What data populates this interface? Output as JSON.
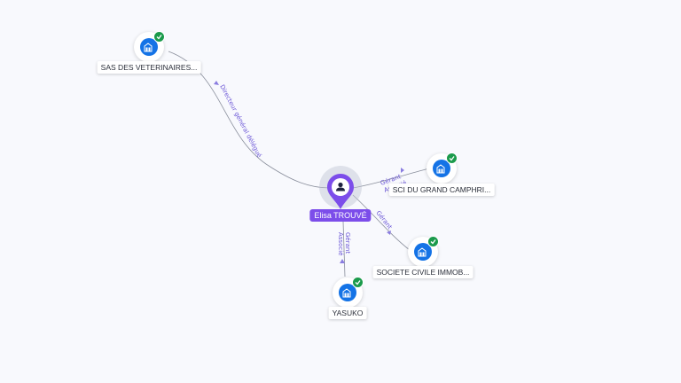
{
  "person": {
    "name": "Elisa TROUVÉ",
    "icon": "person-icon",
    "color": "#7c4dea"
  },
  "companies": [
    {
      "id": "sas",
      "name": "SAS DES VETERINAIRES...",
      "icon": "building-icon",
      "verified": true
    },
    {
      "id": "sci",
      "name": "SCI DU GRAND CAMPHRI...",
      "icon": "building-icon",
      "verified": true
    },
    {
      "id": "soc",
      "name": "SOCIETE CIVILE IMMOB...",
      "icon": "building-icon",
      "verified": true
    },
    {
      "id": "yas",
      "name": "YASUKO",
      "icon": "building-icon",
      "verified": true
    }
  ],
  "relations": [
    {
      "company": "sas",
      "roles": [
        "Directeur général délégué"
      ]
    },
    {
      "company": "sci",
      "roles": [
        "Gérant",
        "Associé"
      ]
    },
    {
      "company": "soc",
      "roles": [
        "Gérant"
      ]
    },
    {
      "company": "yas",
      "roles": [
        "Gérant",
        "Associé"
      ]
    }
  ],
  "colors": {
    "company": "#1473e6",
    "verified": "#1a9a4b",
    "edge_label": "#6a55d6"
  }
}
